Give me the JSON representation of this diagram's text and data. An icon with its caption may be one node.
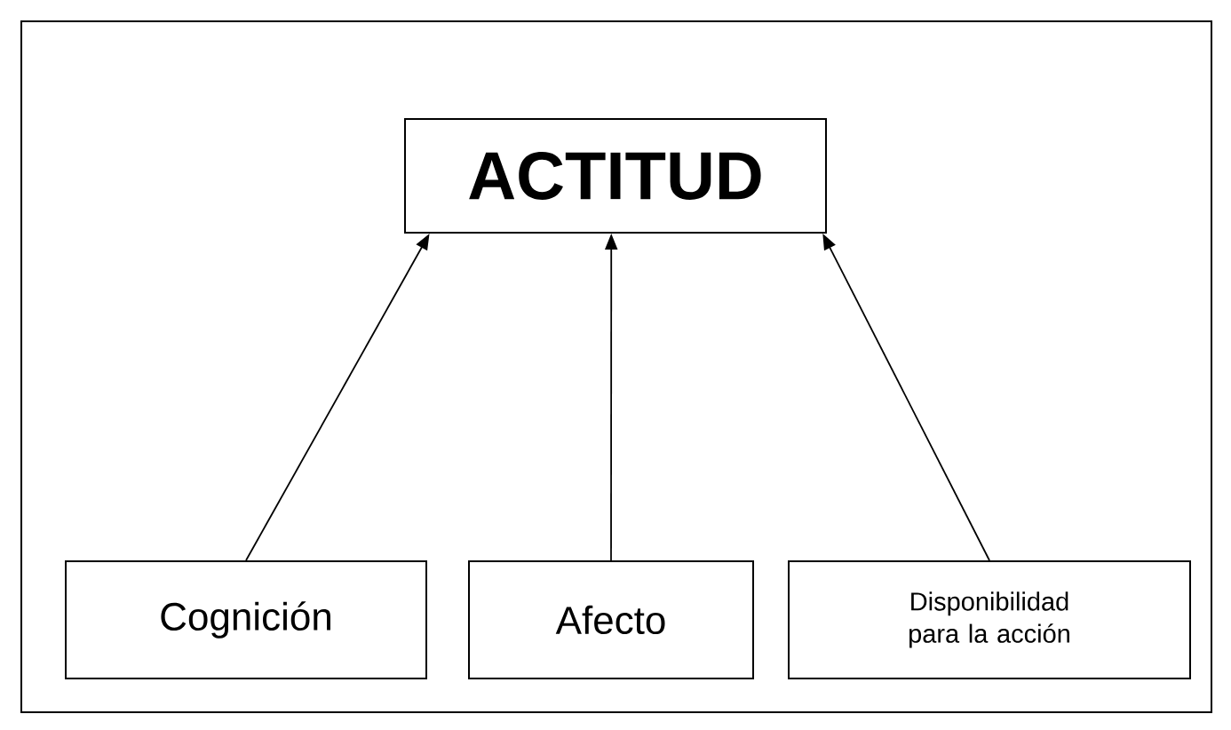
{
  "diagram": {
    "nodes": [
      {
        "text": [
          "ACTITUD"
        ]
      },
      {
        "text": [
          "Cognición"
        ]
      },
      {
        "text": [
          "Afecto"
        ]
      },
      {
        "text": [
          "Disponibilidad para la acción"
        ]
      }
    ],
    "edges": [
      {
        "from": 1,
        "to": 0,
        "arrow": "to"
      },
      {
        "from": 2,
        "to": 0,
        "arrow": "to"
      },
      {
        "from": 3,
        "to": 0,
        "arrow": "to"
      }
    ]
  }
}
